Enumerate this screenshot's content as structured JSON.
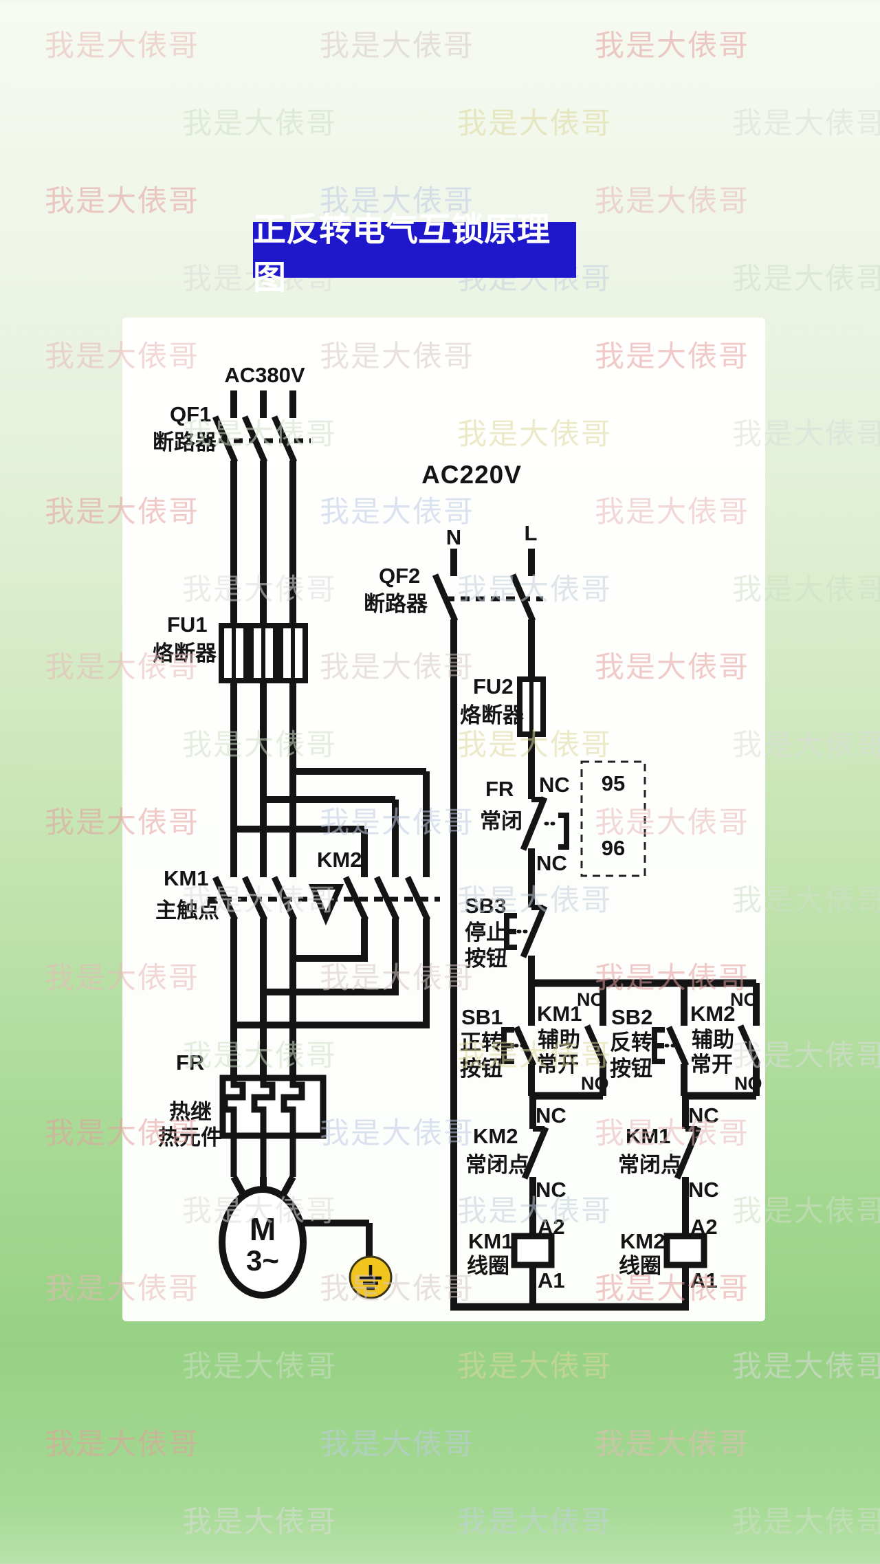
{
  "title": "正反转电气互锁原理图",
  "watermark": {
    "text": "我是大俵哥",
    "colors": [
      "#e7b9b9",
      "#dcdcdc",
      "#bfcbe4",
      "#ddd89e",
      "#e49f9f",
      "#cfe0c8",
      "#d8c9c9",
      "#c3d0dd"
    ]
  },
  "main_circuit": {
    "supply_label": "AC380V",
    "qf1": {
      "id": "QF1",
      "name": "断路器"
    },
    "fu1": {
      "id": "FU1",
      "name": "烙断器"
    },
    "km1": {
      "id": "KM1",
      "name": "主触点"
    },
    "km2": {
      "id": "KM2"
    },
    "fr": {
      "id": "FR",
      "name_line1": "热继",
      "name_line2": "热元件"
    },
    "motor": {
      "letter": "M",
      "phase": "3~"
    }
  },
  "control_circuit": {
    "supply_label": "AC220V",
    "neutral_label": "N",
    "line_label": "L",
    "qf2": {
      "id": "QF2",
      "name": "断路器"
    },
    "fu2": {
      "id": "FU2",
      "name": "烙断器"
    },
    "fr_nc": {
      "id": "FR",
      "name": "常闭",
      "nc_top": "NC",
      "nc_bottom": "NC",
      "terminal_top": "95",
      "terminal_bottom": "96",
      "terminal_top_color": "#cf1f1f"
    },
    "sb3": {
      "id": "SB3",
      "name_line1": "停止",
      "name_line2": "按钮"
    },
    "sb1": {
      "id": "SB1",
      "name_line1": "正转",
      "name_line2": "按钮"
    },
    "km1_aux": {
      "id": "KM1",
      "name_line1": "辅助",
      "name_line2": "常开",
      "no_top": "NO",
      "no_bottom": "NO"
    },
    "sb2": {
      "id": "SB2",
      "name_line1": "反转",
      "name_line2": "按钮"
    },
    "km2_aux": {
      "id": "KM2",
      "name_line1": "辅助",
      "name_line2": "常开",
      "no_top": "NO",
      "no_bottom": "NO"
    },
    "km2_nc": {
      "id": "KM2",
      "name": "常闭点",
      "nc_top": "NC",
      "nc_bottom": "NC"
    },
    "km1_nc": {
      "id": "KM1",
      "name": "常闭点",
      "nc_top": "NC",
      "nc_bottom": "NC"
    },
    "km1_coil": {
      "id": "KM1",
      "name": "线圈",
      "a2": "A2",
      "a1": "A1"
    },
    "km2_coil": {
      "id": "KM2",
      "name": "线圈",
      "a2": "A2",
      "a1": "A1"
    }
  },
  "colors": {
    "title_bg": "#1f17cb",
    "wire": "#141414",
    "ground_fill": "#f2c51e",
    "terminal95": "#cf1f1f"
  }
}
